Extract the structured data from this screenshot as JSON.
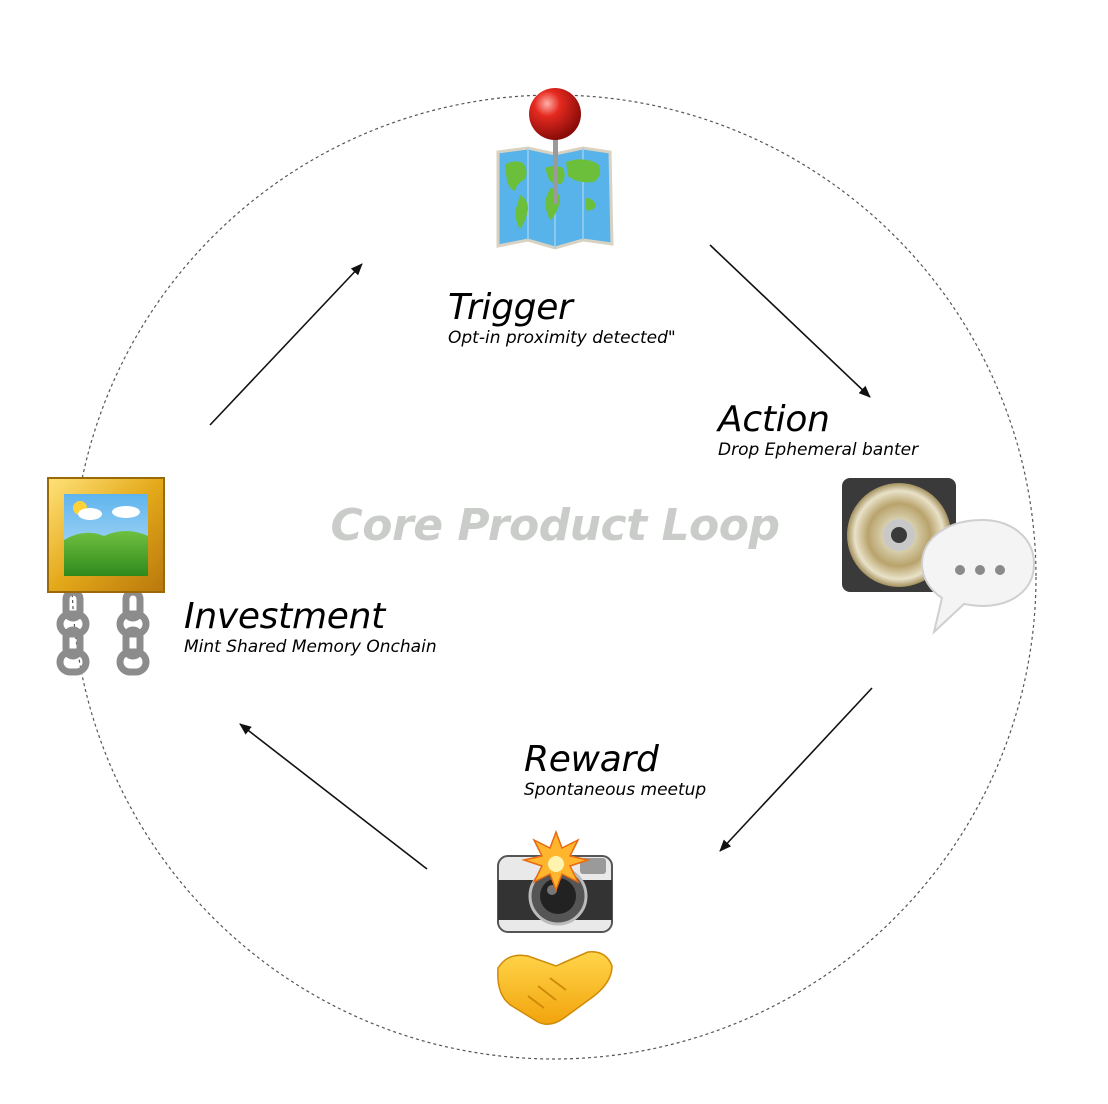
{
  "title": "Core Product Loop",
  "stages": [
    {
      "title": "Trigger",
      "subtitle": "Opt-in proximity detected\"",
      "icon": "pushpin-map-icon"
    },
    {
      "title": "Action",
      "subtitle": "Drop Ephemeral banter",
      "icon": "disc-speech-bubble-icon"
    },
    {
      "title": "Reward",
      "subtitle": "Spontaneous meetup",
      "icon": "camera-flash-handshake-icon"
    },
    {
      "title": "Investment",
      "subtitle": "Mint Shared Memory Onchain",
      "icon": "framed-picture-chains-icon"
    }
  ],
  "colors": {
    "title": "#c9ccc9",
    "circle": "#555555",
    "arrow": "#111111"
  }
}
